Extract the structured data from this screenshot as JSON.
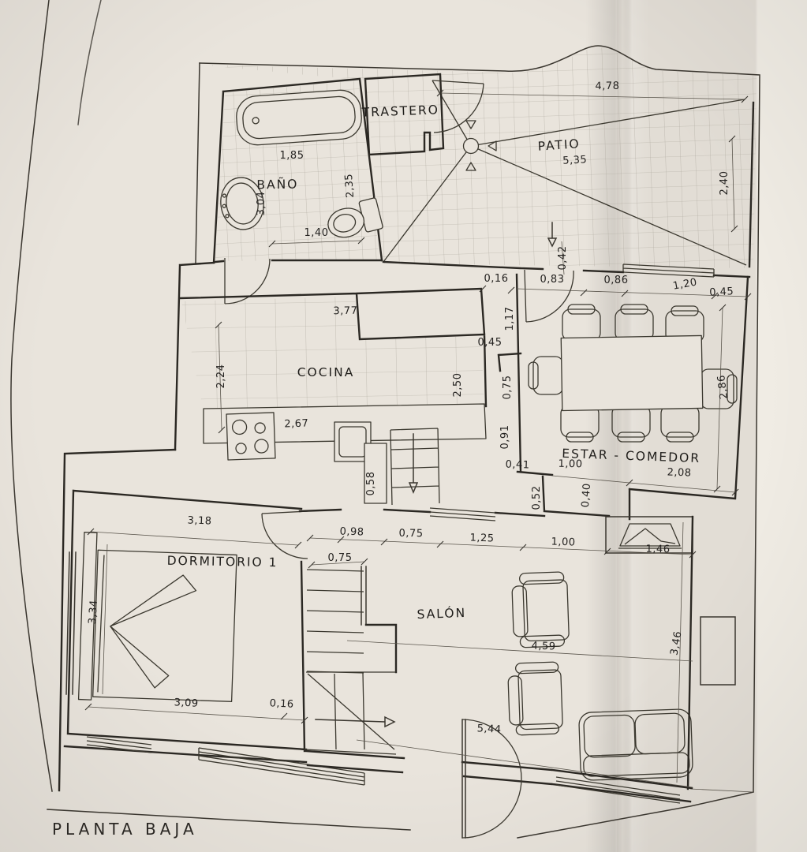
{
  "plan_title": "PLANTA BAJA",
  "rooms": {
    "trastero": "TRASTERO",
    "patio": "PATIO",
    "bano": "BAÑO",
    "cocina": "COCINA",
    "estar_comedor": "ESTAR  -  COMEDOR",
    "dormitorio1": "DORMITORIO  1",
    "salon": "SALÓN"
  },
  "dims": {
    "patio_width": "4,78",
    "patio_diag": "5,35",
    "patio_depth": "2,40",
    "tub_width": "1,85",
    "bano_height": "3,04",
    "bano_right": "2,35",
    "bano_width": "1,40",
    "wall_042": "0,42",
    "wall_016": "0,16",
    "door_083": "0,83",
    "wall_086": "0,86",
    "window_120": "1,20",
    "wall_045": "0,45",
    "cocina_width": "3,77",
    "pass_117": "1,17",
    "step_045": "0,45",
    "cocina_left": "2,24",
    "cocina_right": "2,50",
    "pass_075": "0,75",
    "estar_depth": "2,86",
    "counter_267": "2,67",
    "wall_091": "0,91",
    "wall_041": "0,41",
    "pass_100": "1,00",
    "estar_width": "2,08",
    "stub_058": "0,58",
    "step_052": "0,52",
    "step_040": "0,40",
    "dorm_width": "3,18",
    "wall_098": "0,98",
    "door_075": "0,75",
    "window_125": "1,25",
    "wall_100": "1,00",
    "tv_146": "1,46",
    "stairs_width": "0,75",
    "dorm_height": "3,34",
    "salon_width": "4,59",
    "salon_height": "3,46",
    "dorm_bed_width": "3,09",
    "wall_016b": "0,16",
    "entrance_width": "5,44"
  },
  "colors": {
    "paper": "#e9e4dc",
    "ink": "#2b2823",
    "grid": "#aaa59a"
  }
}
